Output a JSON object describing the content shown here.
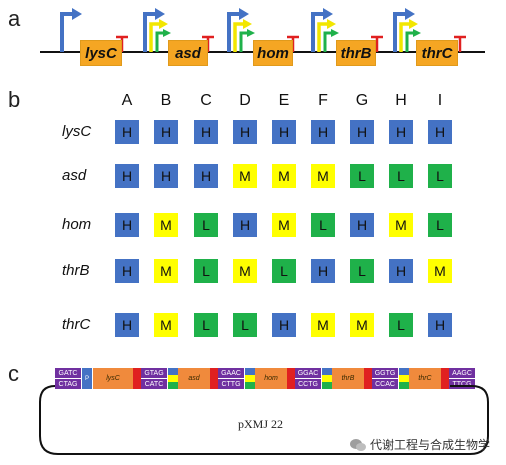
{
  "panels": {
    "a": "a",
    "b": "b",
    "c": "c"
  },
  "genes": [
    "lysC",
    "asd",
    "hom",
    "thrB",
    "thrC"
  ],
  "matrix": {
    "columns": [
      "A",
      "B",
      "C",
      "D",
      "E",
      "F",
      "G",
      "H",
      "I"
    ],
    "rows": [
      {
        "gene": "lysC",
        "levels": [
          "H",
          "H",
          "H",
          "H",
          "H",
          "H",
          "H",
          "H",
          "H"
        ]
      },
      {
        "gene": "asd",
        "levels": [
          "H",
          "H",
          "H",
          "M",
          "M",
          "M",
          "L",
          "L",
          "L"
        ]
      },
      {
        "gene": "hom",
        "levels": [
          "H",
          "M",
          "L",
          "H",
          "M",
          "L",
          "H",
          "M",
          "L"
        ]
      },
      {
        "gene": "thrB",
        "levels": [
          "H",
          "M",
          "L",
          "M",
          "L",
          "H",
          "L",
          "H",
          "M"
        ]
      },
      {
        "gene": "thrC",
        "levels": [
          "H",
          "M",
          "L",
          "L",
          "H",
          "M",
          "M",
          "L",
          "H"
        ]
      }
    ],
    "level_colors": {
      "H": "#4472c4",
      "M": "#ffff00",
      "L": "#1fb14a"
    }
  },
  "construct": {
    "sites_top": [
      "GATC",
      "GTAG",
      "GAAC",
      "GGAC",
      "GGTG",
      "AAGC"
    ],
    "sites_bottom": [
      "CTAG",
      "CATC",
      "CTTG",
      "CCTG",
      "CCAC",
      "TTCG"
    ],
    "genes": [
      "lysC",
      "asd",
      "hom",
      "thrB",
      "thrC"
    ],
    "p_label": "P",
    "plasmid": "pXMJ 22"
  },
  "watermark": "代谢工程与合成生物学"
}
